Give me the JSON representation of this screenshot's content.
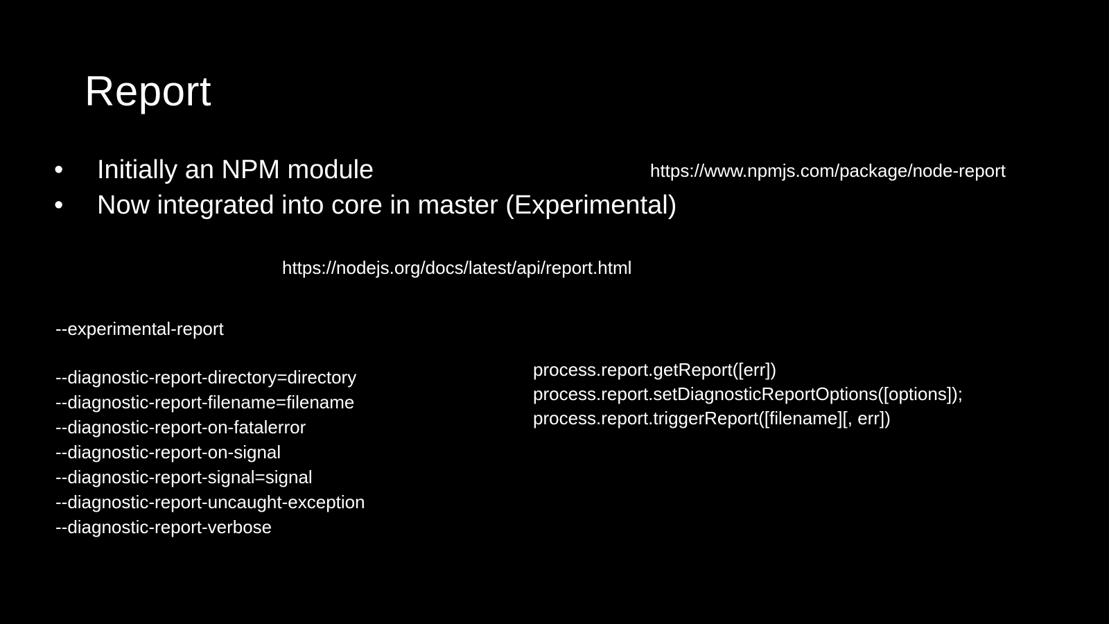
{
  "slide": {
    "title": "Report",
    "bullets": [
      "Initially an NPM module",
      "Now integrated into core in master (Experimental)"
    ],
    "bullet_symbol": "•",
    "npm_link": "https://www.npmjs.com/package/node-report",
    "docs_link": "https://nodejs.org/docs/latest/api/report.html",
    "experimental_flag": "--experimental-report",
    "diagnostic_flags": [
      "--diagnostic-report-directory=directory",
      "--diagnostic-report-filename=filename",
      "--diagnostic-report-on-fatalerror",
      "--diagnostic-report-on-signal",
      "--diagnostic-report-signal=signal",
      "--diagnostic-report-uncaught-exception",
      "--diagnostic-report-verbose"
    ],
    "api_calls": [
      "process.report.getReport([err])",
      "process.report.setDiagnosticReportOptions([options]);",
      "process.report.triggerReport([filename][, err])"
    ]
  },
  "colors": {
    "background": "#000000",
    "text": "#ffffff"
  }
}
